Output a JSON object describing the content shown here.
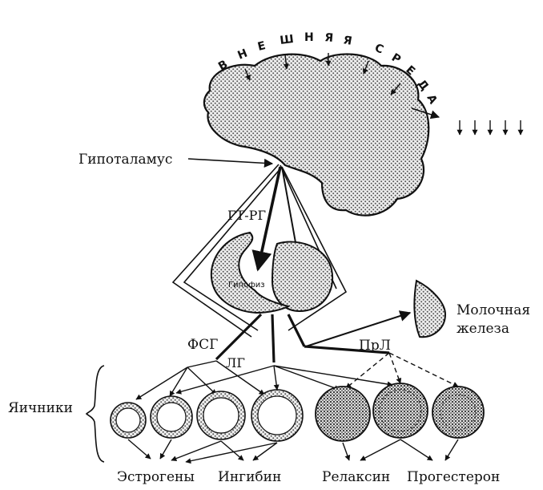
{
  "environment": {
    "word1": "ВНЕШНЯЯ",
    "word2": "СРЕДА"
  },
  "labels": {
    "hypothalamus": "Гипоталамус",
    "gt_rg": "ГТ-РГ",
    "pituitary": "Гипофиз",
    "fsh": "ФСГ",
    "lh": "ЛГ",
    "prl": "ПрЛ",
    "mammary_line1": "Молочная",
    "mammary_line2": "железа",
    "ovaries": "Яичники"
  },
  "hormones": [
    "Эстрогены",
    "Ингибин",
    "Релаксин",
    "Прогестерон"
  ],
  "colors": {
    "ink": "#111111",
    "stipple": "#555555",
    "background": "#ffffff"
  }
}
